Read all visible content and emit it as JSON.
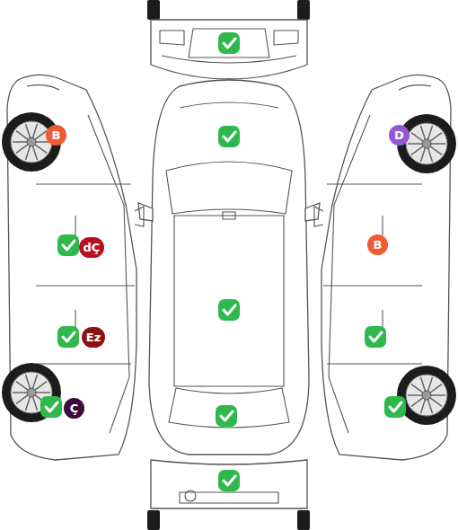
{
  "diagram": {
    "nodes": [
      {
        "text": [
          "B"
        ]
      },
      {
        "text": [
          "D"
        ]
      },
      {
        "text": [
          "dÇ"
        ]
      },
      {
        "text": [
          "B"
        ]
      },
      {
        "text": [
          "Ez"
        ]
      },
      {
        "text": [
          "Ç"
        ]
      }
    ]
  }
}
